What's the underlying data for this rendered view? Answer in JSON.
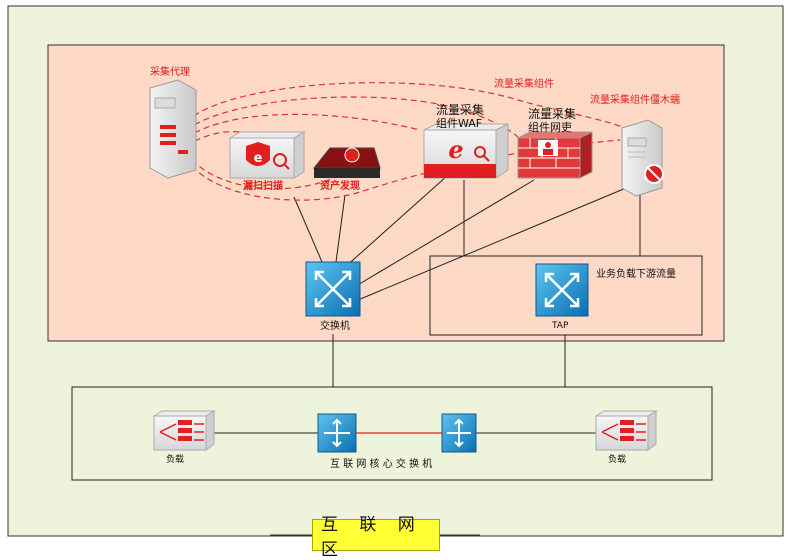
{
  "outer_zone": {
    "label": "互 联 网 区"
  },
  "collection_zone": {
    "agent_label": "采集代理",
    "flow_curve_label": "流量采集组件",
    "honeypot_label": "流量采集组件僵木蠕",
    "devices": {
      "vuln_scan": "漏扫扫描",
      "asset_discovery": "资产发现",
      "waf_label_line1": "流量采集",
      "waf_label_line2": "组件WAF",
      "firewall_label_line1": "流量采集",
      "firewall_label_line2": "组件网吏"
    },
    "switch_label": "交换机",
    "tap_box_label": "业务负载下游流量",
    "tap_label": "TAP"
  },
  "core_zone": {
    "load_left": "负载",
    "load_right": "负载",
    "core_switch_label": "互 联 网 核 心 交 换 机"
  },
  "colors": {
    "outer_bg": "#eef4dc",
    "collection_bg": "#fdd9c6",
    "accent_red": "#e02020",
    "switch_blue": "#1f8fd0",
    "label_yellow": "#ffff33"
  }
}
